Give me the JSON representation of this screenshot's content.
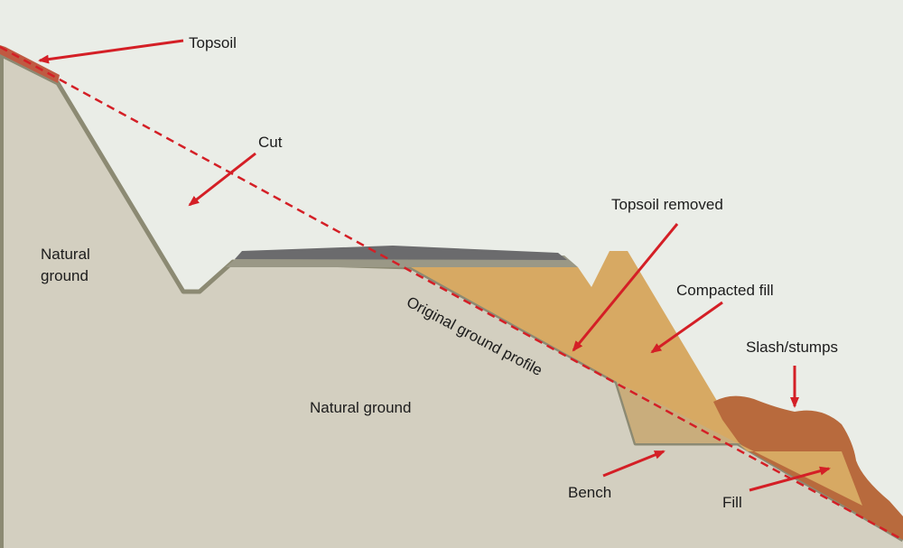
{
  "labels": {
    "topsoil": "Topsoil",
    "cut": "Cut",
    "natural_ground_left": [
      "Natural",
      "ground"
    ],
    "natural_ground_center": "Natural ground",
    "topsoil_removed": "Topsoil removed",
    "compacted_fill": "Compacted fill",
    "original_ground_profile": "Original ground profile",
    "slash_stumps": "Slash/stumps",
    "bench": "Bench",
    "fill": "Fill"
  },
  "colors": {
    "sky": "#eaede7",
    "natural_ground": "#d3cfc0",
    "ground_outline": "#8c8a73",
    "road_surface": "#6b6b6d",
    "road_base": "#9a9886",
    "compacted_fill": "#d7a963",
    "bench_fill": "#c9ad7c",
    "slash": "#b86a3d",
    "topsoil": "#c05a42",
    "arrow": "#d41f26",
    "profile_line": "#d41f26"
  }
}
